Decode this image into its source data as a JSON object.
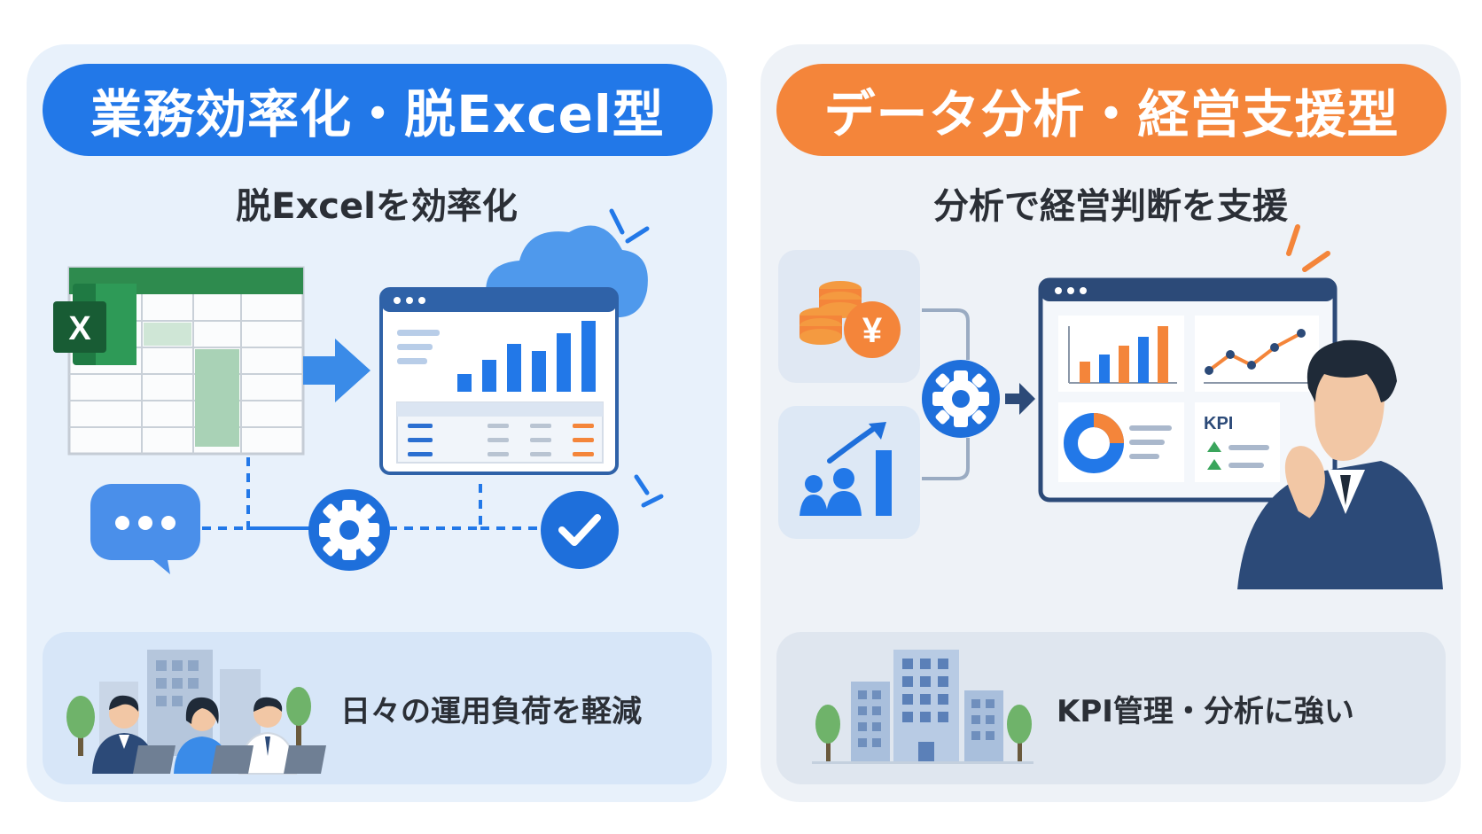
{
  "left": {
    "title": "業務効率化・脱Excel型",
    "subtitle": "脱Excelを効率化",
    "excel_letter": "X",
    "footer_text": "日々の運用負荷を軽減",
    "colors": {
      "accent": "#2278e8",
      "excel_green": "#1f7a43"
    },
    "icons": [
      "excel-icon",
      "spreadsheet",
      "arrow-right-icon",
      "cloud-icon",
      "dashboard-window",
      "chat-bubble-icon",
      "gear-icon",
      "check-circle-icon",
      "office-team"
    ]
  },
  "right": {
    "title": "データ分析・経営支援型",
    "subtitle": "分析で経営判断を支援",
    "yen_symbol": "¥",
    "kpi_label": "KPI",
    "footer_text": "KPI管理・分析に強い",
    "colors": {
      "accent": "#f4853a",
      "navy": "#2c4a78"
    },
    "icons": [
      "coin-stack-icon",
      "yen-coin-icon",
      "growth-chart-icon",
      "gear-icon",
      "arrow-right-icon",
      "analytics-dashboard",
      "thinking-businessman",
      "office-buildings"
    ]
  }
}
